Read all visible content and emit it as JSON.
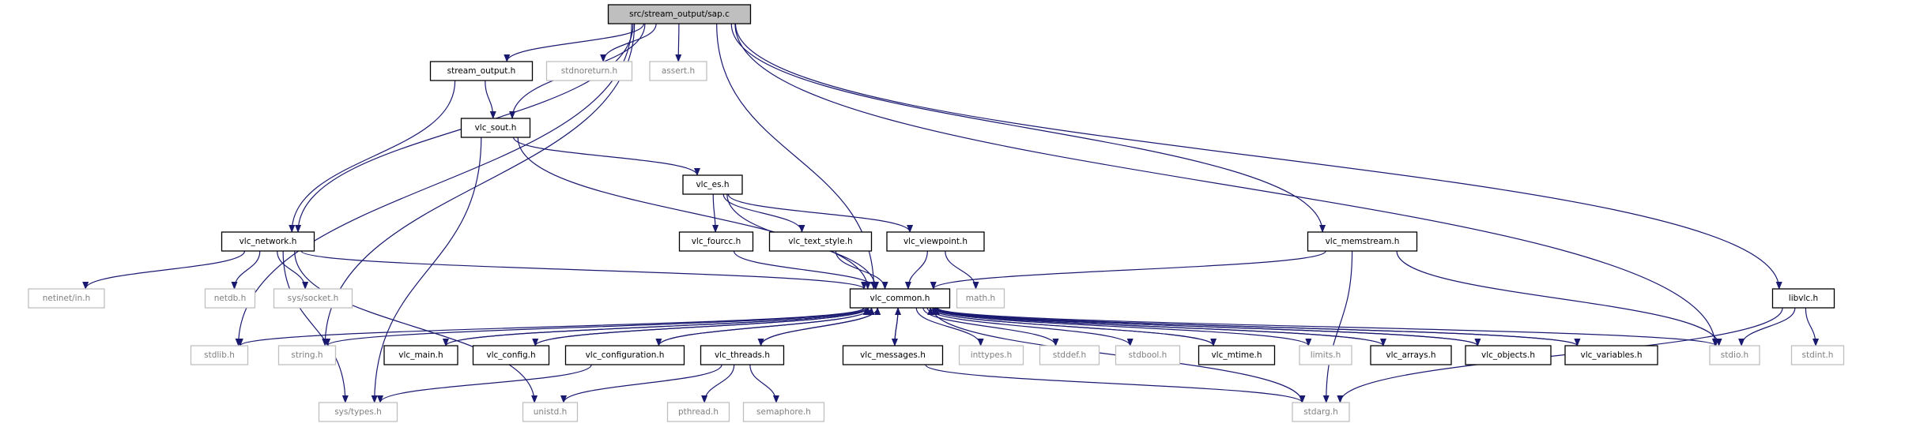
{
  "nodes": [
    {
      "id": "root",
      "label": "src/stream_output/sap.c",
      "kind": "root"
    },
    {
      "id": "stream_output",
      "label": "stream_output.h",
      "kind": "local"
    },
    {
      "id": "stdnoreturn",
      "label": "stdnoreturn.h",
      "kind": "system"
    },
    {
      "id": "assert",
      "label": "assert.h",
      "kind": "system"
    },
    {
      "id": "vlc_sout",
      "label": "vlc_sout.h",
      "kind": "local"
    },
    {
      "id": "vlc_es",
      "label": "vlc_es.h",
      "kind": "local"
    },
    {
      "id": "vlc_fourcc",
      "label": "vlc_fourcc.h",
      "kind": "local"
    },
    {
      "id": "vlc_text_style",
      "label": "vlc_text_style.h",
      "kind": "local"
    },
    {
      "id": "vlc_viewpoint",
      "label": "vlc_viewpoint.h",
      "kind": "local"
    },
    {
      "id": "vlc_network",
      "label": "vlc_network.h",
      "kind": "local"
    },
    {
      "id": "vlc_memstream",
      "label": "vlc_memstream.h",
      "kind": "local"
    },
    {
      "id": "libvlc",
      "label": "libvlc.h",
      "kind": "local"
    },
    {
      "id": "netinet_in",
      "label": "netinet/in.h",
      "kind": "system"
    },
    {
      "id": "netdb",
      "label": "netdb.h",
      "kind": "system"
    },
    {
      "id": "sys_socket",
      "label": "sys/socket.h",
      "kind": "system"
    },
    {
      "id": "vlc_common",
      "label": "vlc_common.h",
      "kind": "local"
    },
    {
      "id": "math",
      "label": "math.h",
      "kind": "system"
    },
    {
      "id": "stdlib",
      "label": "stdlib.h",
      "kind": "system"
    },
    {
      "id": "string",
      "label": "string.h",
      "kind": "system"
    },
    {
      "id": "vlc_main",
      "label": "vlc_main.h",
      "kind": "local"
    },
    {
      "id": "vlc_config",
      "label": "vlc_config.h",
      "kind": "local"
    },
    {
      "id": "vlc_configuration",
      "label": "vlc_configuration.h",
      "kind": "local"
    },
    {
      "id": "vlc_threads",
      "label": "vlc_threads.h",
      "kind": "local"
    },
    {
      "id": "vlc_messages",
      "label": "vlc_messages.h",
      "kind": "local"
    },
    {
      "id": "inttypes",
      "label": "inttypes.h",
      "kind": "system"
    },
    {
      "id": "stddef",
      "label": "stddef.h",
      "kind": "system"
    },
    {
      "id": "stdbool",
      "label": "stdbool.h",
      "kind": "system"
    },
    {
      "id": "vlc_mtime",
      "label": "vlc_mtime.h",
      "kind": "local"
    },
    {
      "id": "limits",
      "label": "limits.h",
      "kind": "system"
    },
    {
      "id": "vlc_arrays",
      "label": "vlc_arrays.h",
      "kind": "local"
    },
    {
      "id": "vlc_objects",
      "label": "vlc_objects.h",
      "kind": "local"
    },
    {
      "id": "vlc_variables",
      "label": "vlc_variables.h",
      "kind": "local"
    },
    {
      "id": "stdio",
      "label": "stdio.h",
      "kind": "system"
    },
    {
      "id": "stdint",
      "label": "stdint.h",
      "kind": "system"
    },
    {
      "id": "sys_types",
      "label": "sys/types.h",
      "kind": "system"
    },
    {
      "id": "unistd",
      "label": "unistd.h",
      "kind": "system"
    },
    {
      "id": "pthread",
      "label": "pthread.h",
      "kind": "system"
    },
    {
      "id": "semaphore",
      "label": "semaphore.h",
      "kind": "system"
    },
    {
      "id": "stdarg",
      "label": "stdarg.h",
      "kind": "system"
    }
  ],
  "edges": [
    [
      "root",
      "stream_output"
    ],
    [
      "root",
      "stdnoreturn"
    ],
    [
      "root",
      "assert"
    ],
    [
      "root",
      "vlc_sout"
    ],
    [
      "root",
      "vlc_network"
    ],
    [
      "root",
      "stdlib"
    ],
    [
      "root",
      "string"
    ],
    [
      "root",
      "vlc_common"
    ],
    [
      "root",
      "vlc_memstream"
    ],
    [
      "root",
      "stdio"
    ],
    [
      "root",
      "libvlc"
    ],
    [
      "stream_output",
      "vlc_sout"
    ],
    [
      "stream_output",
      "vlc_network"
    ],
    [
      "vlc_sout",
      "vlc_es"
    ],
    [
      "vlc_sout",
      "vlc_common"
    ],
    [
      "vlc_sout",
      "sys_types"
    ],
    [
      "vlc_es",
      "vlc_fourcc"
    ],
    [
      "vlc_es",
      "vlc_text_style"
    ],
    [
      "vlc_es",
      "vlc_viewpoint"
    ],
    [
      "vlc_es",
      "vlc_common"
    ],
    [
      "vlc_fourcc",
      "vlc_common"
    ],
    [
      "vlc_text_style",
      "vlc_common"
    ],
    [
      "vlc_viewpoint",
      "vlc_common"
    ],
    [
      "vlc_viewpoint",
      "math"
    ],
    [
      "vlc_network",
      "netinet_in"
    ],
    [
      "vlc_network",
      "netdb"
    ],
    [
      "vlc_network",
      "sys_socket"
    ],
    [
      "vlc_network",
      "vlc_common"
    ],
    [
      "vlc_network",
      "sys_types"
    ],
    [
      "vlc_network",
      "unistd"
    ],
    [
      "vlc_memstream",
      "vlc_common"
    ],
    [
      "vlc_memstream",
      "stdio"
    ],
    [
      "vlc_memstream",
      "stdarg"
    ],
    [
      "libvlc",
      "stdio"
    ],
    [
      "libvlc",
      "stdint"
    ],
    [
      "libvlc",
      "stdarg"
    ],
    [
      "vlc_common",
      "stdlib"
    ],
    [
      "vlc_common",
      "string"
    ],
    [
      "vlc_common",
      "vlc_main"
    ],
    [
      "vlc_common",
      "vlc_config"
    ],
    [
      "vlc_common",
      "vlc_configuration"
    ],
    [
      "vlc_common",
      "vlc_threads"
    ],
    [
      "vlc_common",
      "vlc_messages"
    ],
    [
      "vlc_common",
      "inttypes"
    ],
    [
      "vlc_common",
      "stddef"
    ],
    [
      "vlc_common",
      "stdbool"
    ],
    [
      "vlc_common",
      "vlc_mtime"
    ],
    [
      "vlc_common",
      "limits"
    ],
    [
      "vlc_common",
      "vlc_arrays"
    ],
    [
      "vlc_common",
      "vlc_objects"
    ],
    [
      "vlc_common",
      "vlc_variables"
    ],
    [
      "vlc_common",
      "stdio"
    ],
    [
      "vlc_common",
      "stdarg"
    ],
    [
      "vlc_main",
      "vlc_common"
    ],
    [
      "vlc_config",
      "vlc_common"
    ],
    [
      "vlc_configuration",
      "vlc_common"
    ],
    [
      "vlc_threads",
      "vlc_common"
    ],
    [
      "vlc_messages",
      "vlc_common"
    ],
    [
      "vlc_mtime",
      "vlc_common"
    ],
    [
      "vlc_arrays",
      "vlc_common"
    ],
    [
      "vlc_objects",
      "vlc_common"
    ],
    [
      "vlc_variables",
      "vlc_common"
    ],
    [
      "vlc_configuration",
      "sys_types"
    ],
    [
      "vlc_threads",
      "unistd"
    ],
    [
      "vlc_threads",
      "pthread"
    ],
    [
      "vlc_threads",
      "semaphore"
    ],
    [
      "vlc_messages",
      "stdarg"
    ]
  ],
  "colors": {
    "edge": "#191970",
    "root_fill": "#bfbfbf",
    "local_border": "#000000",
    "system_border": "#bfbfbf",
    "system_text": "#7f7f7f"
  }
}
